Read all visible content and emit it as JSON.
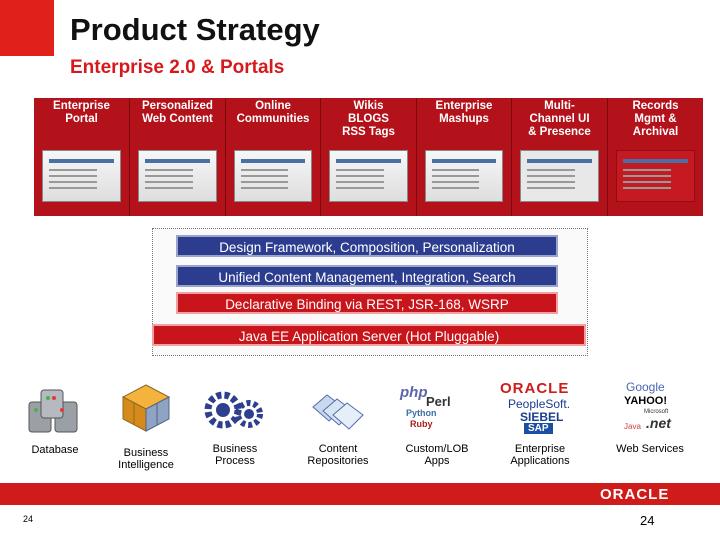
{
  "header": {
    "title": "Product Strategy",
    "subtitle": "Enterprise 2.0 & Portals"
  },
  "tiles": [
    {
      "label": "Enterprise\nPortal"
    },
    {
      "label": "Personalized\nWeb Content"
    },
    {
      "label": "Online\nCommunities"
    },
    {
      "label": "Wikis\nBLOGS\nRSS Tags"
    },
    {
      "label": "Enterprise\nMashups"
    },
    {
      "label": "Multi-\nChannel UI\n& Presence"
    },
    {
      "label": "Records\nMgmt &\nArchival"
    }
  ],
  "layers": [
    "Design Framework, Composition, Personalization",
    "Unified Content Management, Integration, Search",
    "Declarative Binding via REST, JSR-168, WSRP",
    "Java EE Application Server (Hot Pluggable)"
  ],
  "sources": [
    {
      "label": "Database",
      "icon": "database-icon"
    },
    {
      "label": "Business\nIntelligence",
      "icon": "cube-icon"
    },
    {
      "label": "Business\nProcess",
      "icon": "gears-icon"
    },
    {
      "label": "Content\nRepositories",
      "icon": "folders-icon"
    },
    {
      "label": "Custom/LOB\nApps",
      "icon": "languages-icon"
    },
    {
      "label": "Enterprise\nApplications",
      "icon": "vendor-logos-icon"
    },
    {
      "label": "Web Services",
      "icon": "web-logos-icon"
    }
  ],
  "vendors": {
    "custom_lob": [
      "php",
      "Perl",
      "Python",
      "Ruby"
    ],
    "enterprise": [
      "ORACLE",
      "PeopleSoft.",
      "SIEBEL",
      "SAP"
    ],
    "web_services": [
      "Google",
      "YAHOO!",
      "Microsoft",
      ".net",
      "Java"
    ]
  },
  "footer": {
    "logo": "ORACLE",
    "page_left": "24",
    "page_right": "24"
  },
  "colors": {
    "accent_red": "#d7191c",
    "tile_red": "#b3121a",
    "layer_blue": "#2c3d8f",
    "layer_red": "#c8151b"
  }
}
